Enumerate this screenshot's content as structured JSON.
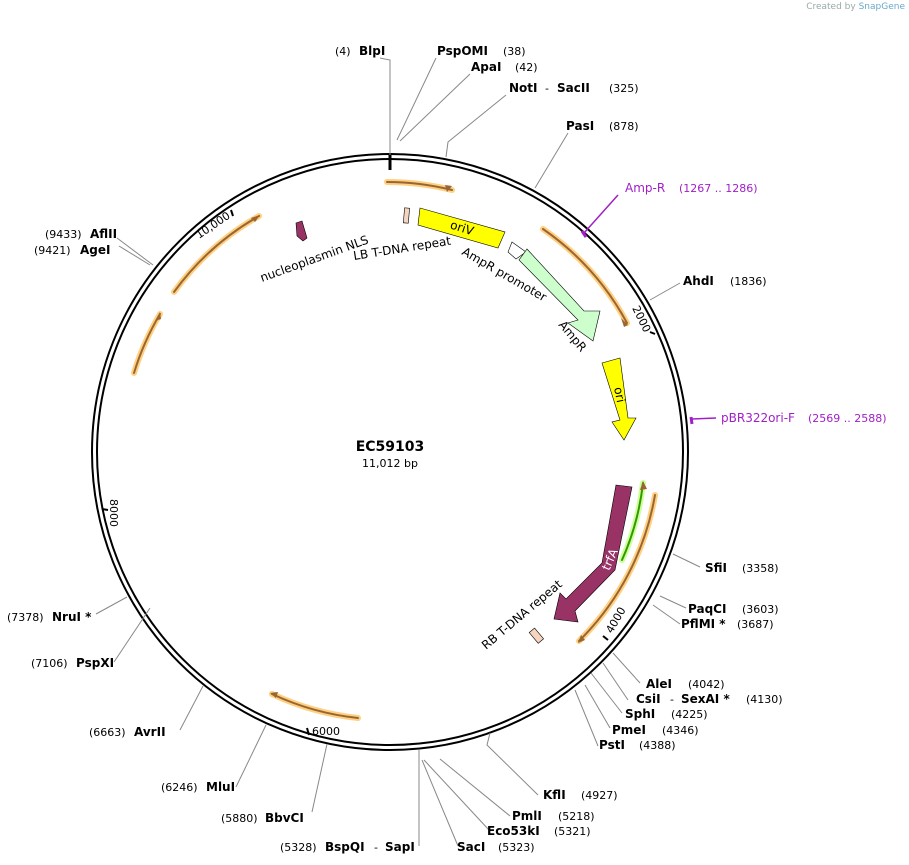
{
  "credit": {
    "created_by": "Created by",
    "brand": "SnapGene"
  },
  "map": {
    "name": "EC59103",
    "length": "11,012 bp",
    "ticks": [
      "10,000",
      "2000",
      "4000",
      "6000",
      "8000"
    ]
  },
  "enzymes": [
    {
      "name": "BlpI",
      "pos": "(4)"
    },
    {
      "name": "PspOMI",
      "pos": "(38)"
    },
    {
      "name": "ApaI",
      "pos": "(42)"
    },
    {
      "name": "NotI",
      "name2": "SacII",
      "pos": "(325)"
    },
    {
      "name": "PasI",
      "pos": "(878)"
    },
    {
      "name": "AhdI",
      "pos": "(1836)"
    },
    {
      "name": "SfiI",
      "pos": "(3358)"
    },
    {
      "name": "PaqCI",
      "pos": "(3603)"
    },
    {
      "name": "PflMI *",
      "pos": "(3687)"
    },
    {
      "name": "AleI",
      "pos": "(4042)"
    },
    {
      "name": "CsiI",
      "name2": "SexAI *",
      "pos": "(4130)"
    },
    {
      "name": "SphI",
      "pos": "(4225)"
    },
    {
      "name": "PmeI",
      "pos": "(4346)"
    },
    {
      "name": "PstI",
      "pos": "(4388)"
    },
    {
      "name": "KflI",
      "pos": "(4927)"
    },
    {
      "name": "PmlI",
      "pos": "(5218)"
    },
    {
      "name": "Eco53kI",
      "pos": "(5321)"
    },
    {
      "name": "SacI",
      "pos": "(5323)"
    },
    {
      "name": "BspQI",
      "name2": "SapI",
      "pos": "(5328)"
    },
    {
      "name": "BbvCI",
      "pos": "(5880)"
    },
    {
      "name": "MluI",
      "pos": "(6246)"
    },
    {
      "name": "AvrII",
      "pos": "(6663)"
    },
    {
      "name": "PspXI",
      "pos": "(7106)"
    },
    {
      "name": "NruI *",
      "pos": "(7378)"
    },
    {
      "name": "AgeI",
      "pos": "(9421)"
    },
    {
      "name": "AflII",
      "pos": "(9433)"
    }
  ],
  "primers": [
    {
      "name": "Amp-R",
      "range": "(1267 .. 1286)",
      "color": "#a020c8"
    },
    {
      "name": "pBR322ori-F",
      "range": "(2569 .. 2588)",
      "color": "#a020c8"
    }
  ],
  "features": [
    {
      "name": "oriV",
      "color": "#ffff00"
    },
    {
      "name": "AmpR promoter",
      "color": "#ffffff"
    },
    {
      "name": "AmpR",
      "color": "#ccffcc"
    },
    {
      "name": "ori",
      "color": "#ffff00"
    },
    {
      "name": "trfA",
      "color": "#993366"
    },
    {
      "name": "RB T-DNA repeat",
      "color": "#f5d5c0"
    },
    {
      "name": "LB T-DNA repeat",
      "color": "#f5d5c0"
    },
    {
      "name": "nucleoplasmin NLS",
      "color": "#993366"
    }
  ],
  "colors": {
    "orf_arrow": "#996633",
    "orf_glow": "#ffd080",
    "backbone": "#000000"
  }
}
